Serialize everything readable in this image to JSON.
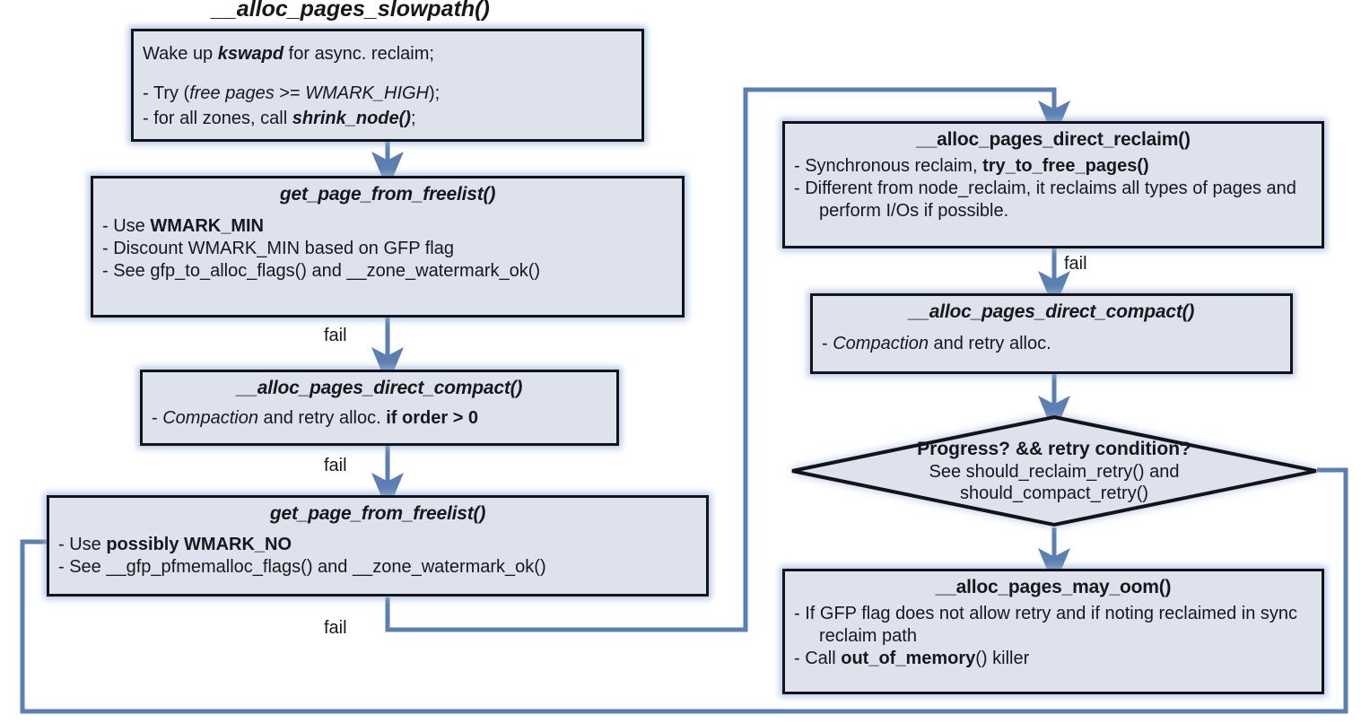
{
  "title": "__alloc_pages_slowpath()",
  "colors": {
    "node_fill": "#dde2ec",
    "node_border": "#12141a",
    "connector": "#5b7fb0",
    "glow": "#9bb4de",
    "text": "#16181d",
    "background": "#ffffff"
  },
  "nodes": {
    "wake_kswapd": {
      "lines": {
        "l1_a": "Wake up ",
        "l1_b": "kswapd",
        "l1_c": " for async. reclaim;",
        "l2_a": "- Try (",
        "l2_b": "free pages",
        "l2_c": " >= ",
        "l2_d": "WMARK_HIGH",
        "l2_e": ");",
        "l3_a": "- for all zones, call ",
        "l3_b": "shrink_node()",
        "l3_c": ";"
      }
    },
    "get_page_from_freelist_1": {
      "title": "get_page_from_freelist()",
      "lines": {
        "l1_a": "- Use ",
        "l1_b": "WMARK_MIN",
        "l2": "- Discount WMARK_MIN based on GFP flag",
        "l3": "- See gfp_to_alloc_flags() and __zone_watermark_ok()"
      }
    },
    "direct_compact_left": {
      "title": "__alloc_pages_direct_compact()",
      "lines": {
        "l1_a": "- ",
        "l1_b": "Compaction",
        "l1_c": " and retry alloc. ",
        "l1_d": "if order > 0"
      }
    },
    "get_page_from_freelist_2": {
      "title": "get_page_from_freelist()",
      "lines": {
        "l1_a": "- Use ",
        "l1_b": "possibly WMARK_NO",
        "l2": "- See __gfp_pfmemalloc_flags() and __zone_watermark_ok()"
      }
    },
    "direct_reclaim": {
      "title": "__alloc_pages_direct_reclaim()",
      "lines": {
        "l1_a": "-  Synchronous reclaim, ",
        "l1_b": "try_to_free_pages()",
        "l2": "-  Different from node_reclaim, it reclaims all types of pages and perform I/Os if possible."
      }
    },
    "direct_compact_right": {
      "title": "__alloc_pages_direct_compact()",
      "lines": {
        "l1_a": "- ",
        "l1_b": "Compaction",
        "l1_c": " and retry alloc."
      }
    },
    "may_oom": {
      "title": "__alloc_pages_may_oom()",
      "lines": {
        "l1": "-  If GFP flag does not allow retry and if noting reclaimed in sync reclaim path",
        "l2_a": "-  Call ",
        "l2_b": "out_of_memory",
        "l2_c": "() killer"
      }
    }
  },
  "decision": {
    "line1": "Progress? && retry condition?",
    "line2": "See should_reclaim_retry() and",
    "line3": "should_compact_retry()"
  },
  "edge_labels": {
    "fail_1": "fail",
    "fail_2": "fail",
    "fail_3": "fail",
    "fail_reclaim": "fail"
  }
}
